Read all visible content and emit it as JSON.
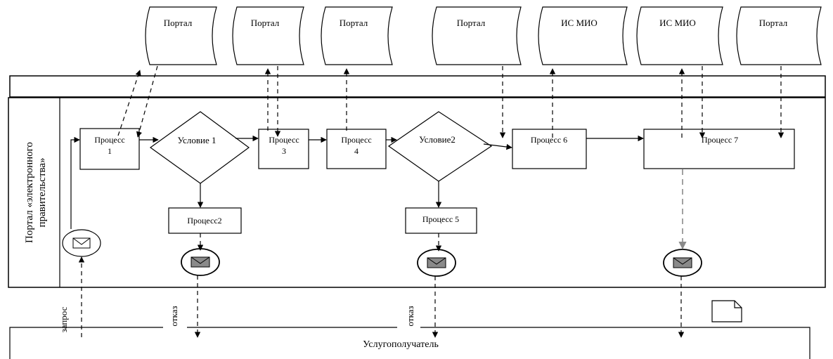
{
  "storages": [
    {
      "id": "s1",
      "label": "Портал"
    },
    {
      "id": "s2",
      "label": "Портал"
    },
    {
      "id": "s3",
      "label": "Портал"
    },
    {
      "id": "s4",
      "label": "Портал"
    },
    {
      "id": "s5",
      "label": "ИС МИО"
    },
    {
      "id": "s6",
      "label": "ИС МИО"
    },
    {
      "id": "s7",
      "label": "Портал"
    }
  ],
  "lane": {
    "label_line1": "Портал «электронного",
    "label_line2": "правительства»"
  },
  "processes": [
    {
      "id": "p1",
      "line1": "Процесс",
      "line2": "1"
    },
    {
      "id": "p3",
      "line1": "Процесс",
      "line2": "3"
    },
    {
      "id": "p4",
      "line1": "Процесс",
      "line2": "4"
    },
    {
      "id": "p6",
      "line1": "Процесс 6",
      "line2": ""
    },
    {
      "id": "p7",
      "line1": "Процесс 7",
      "line2": ""
    },
    {
      "id": "p2",
      "line1": "Процесс2",
      "line2": ""
    },
    {
      "id": "p5",
      "line1": "Процесс 5",
      "line2": ""
    }
  ],
  "conditions": [
    {
      "id": "c1",
      "label": "Условие 1"
    },
    {
      "id": "c2",
      "label": "Условие2"
    }
  ],
  "messages": [
    {
      "id": "m1",
      "label": "запрос"
    },
    {
      "id": "m2",
      "label": "отказ"
    },
    {
      "id": "m3",
      "label": "отказ"
    }
  ],
  "recipient": {
    "label": "Услугополучатель"
  },
  "icons": {
    "message": "envelope-icon",
    "document": "document-icon"
  }
}
